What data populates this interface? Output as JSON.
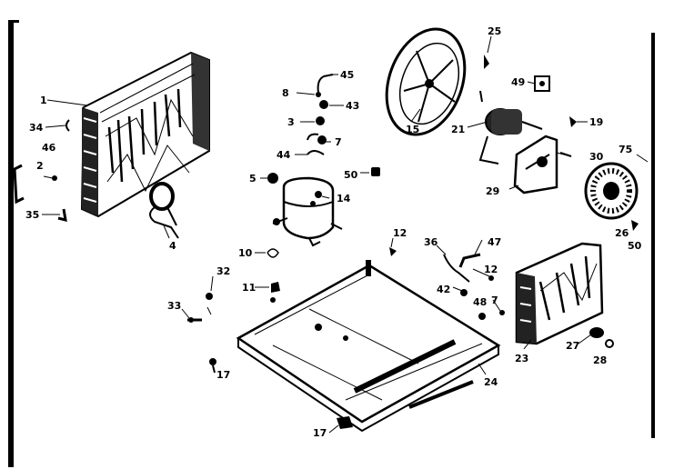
{
  "diagram": {
    "labels": {
      "l1": "1",
      "l34": "34",
      "l46": "46",
      "l2": "2",
      "l35": "35",
      "l4": "4",
      "l8": "8",
      "l45": "45",
      "l43": "43",
      "l3": "3",
      "l7a": "7",
      "l44": "44",
      "l5": "5",
      "l14": "14",
      "l50a": "50",
      "l10": "10",
      "l11": "11",
      "l32": "32",
      "l33": "33",
      "l17a": "17",
      "l17b": "17",
      "l15": "15",
      "l25a": "25",
      "l49": "49",
      "l21": "21",
      "l19": "19",
      "l30": "30",
      "l29": "29",
      "l75": "75",
      "l26": "26",
      "l50b": "50",
      "l12a": "12",
      "l36": "36",
      "l47": "47",
      "l12b": "12",
      "l42": "42",
      "l48": "48",
      "l7b": "7",
      "l23": "23",
      "l24": "24",
      "l27": "27",
      "l28": "28"
    }
  }
}
